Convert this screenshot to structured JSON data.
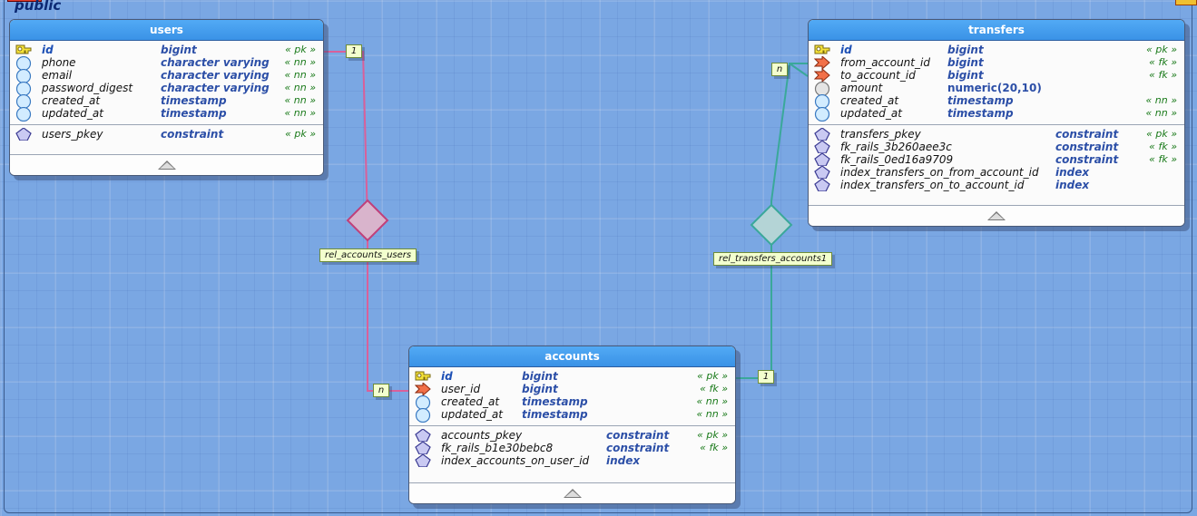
{
  "schema": {
    "name": "public"
  },
  "tables": {
    "users": {
      "title": "users",
      "columns": [
        {
          "name": "id",
          "type": "bigint",
          "alias": "« pk »",
          "icon": "pk-key-icon"
        },
        {
          "name": "phone",
          "type": "character varying",
          "alias": "« nn »",
          "icon": "column-icon"
        },
        {
          "name": "email",
          "type": "character varying",
          "alias": "« nn »",
          "icon": "column-icon"
        },
        {
          "name": "password_digest",
          "type": "character varying",
          "alias": "« nn »",
          "icon": "column-icon"
        },
        {
          "name": "created_at",
          "type": "timestamp",
          "alias": "« nn »",
          "icon": "column-icon"
        },
        {
          "name": "updated_at",
          "type": "timestamp",
          "alias": "« nn »",
          "icon": "column-icon"
        }
      ],
      "objects": [
        {
          "name": "users_pkey",
          "type": "constraint",
          "alias": "« pk »"
        }
      ]
    },
    "transfers": {
      "title": "transfers",
      "columns": [
        {
          "name": "id",
          "type": "bigint",
          "alias": "« pk »",
          "icon": "pk-key-icon"
        },
        {
          "name": "from_account_id",
          "type": "bigint",
          "alias": "« fk »",
          "icon": "fk-arrow-icon"
        },
        {
          "name": "to_account_id",
          "type": "bigint",
          "alias": "« fk »",
          "icon": "fk-arrow-icon"
        },
        {
          "name": "amount",
          "type": "numeric(20,10)",
          "alias": "",
          "icon": "nullable-column-icon"
        },
        {
          "name": "created_at",
          "type": "timestamp",
          "alias": "« nn »",
          "icon": "column-icon"
        },
        {
          "name": "updated_at",
          "type": "timestamp",
          "alias": "« nn »",
          "icon": "column-icon"
        }
      ],
      "objects": [
        {
          "name": "transfers_pkey",
          "type": "constraint",
          "alias": "« pk »"
        },
        {
          "name": "fk_rails_3b260aee3c",
          "type": "constraint",
          "alias": "« fk »"
        },
        {
          "name": "fk_rails_0ed16a9709",
          "type": "constraint",
          "alias": "« fk »"
        },
        {
          "name": "index_transfers_on_from_account_id",
          "type": "index",
          "alias": ""
        },
        {
          "name": "index_transfers_on_to_account_id",
          "type": "index",
          "alias": ""
        }
      ]
    },
    "accounts": {
      "title": "accounts",
      "columns": [
        {
          "name": "id",
          "type": "bigint",
          "alias": "« pk »",
          "icon": "pk-key-icon"
        },
        {
          "name": "user_id",
          "type": "bigint",
          "alias": "« fk »",
          "icon": "fk-arrow-icon"
        },
        {
          "name": "created_at",
          "type": "timestamp",
          "alias": "« nn »",
          "icon": "column-icon"
        },
        {
          "name": "updated_at",
          "type": "timestamp",
          "alias": "« nn »",
          "icon": "column-icon"
        }
      ],
      "objects": [
        {
          "name": "accounts_pkey",
          "type": "constraint",
          "alias": "« pk »"
        },
        {
          "name": "fk_rails_b1e30bebc8",
          "type": "constraint",
          "alias": "« fk »"
        },
        {
          "name": "index_accounts_on_user_id",
          "type": "index",
          "alias": ""
        }
      ]
    }
  },
  "relationships": {
    "rel_accounts_users": {
      "label": "rel_accounts_users",
      "card_src": "1",
      "card_dst": "n",
      "color": "#d9609a",
      "diamond_color": "#d9b4cc"
    },
    "rel_transfers_accounts1": {
      "label": "rel_transfers_accounts1",
      "card_src": "n",
      "card_dst": "1",
      "color": "#3aa89a",
      "diamond_color": "#b4d4d6"
    }
  }
}
